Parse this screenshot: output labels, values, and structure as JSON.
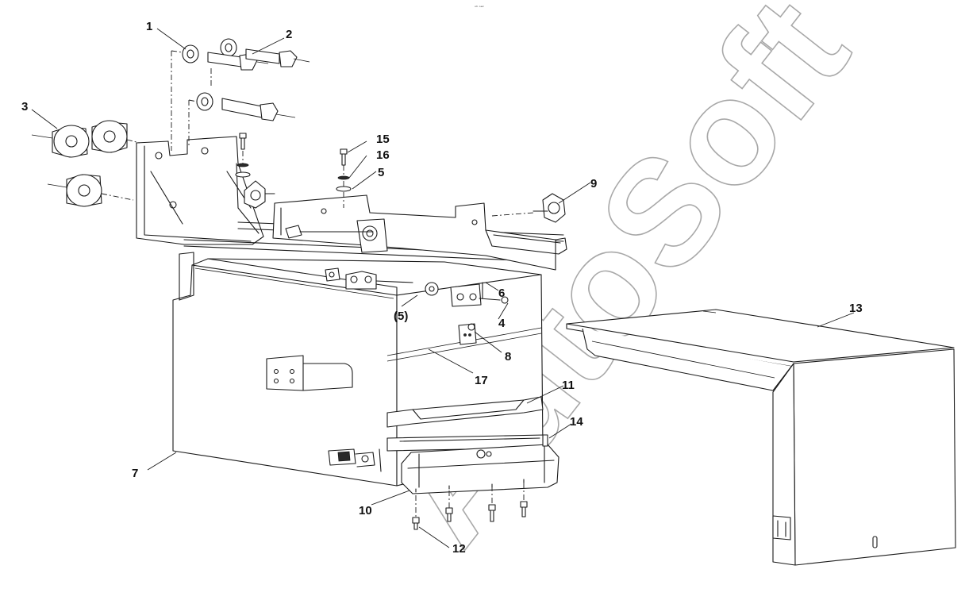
{
  "diagram": {
    "header_mark": "ᵒʰ ᵒᵉᶻ",
    "watermark": "AutoSoft",
    "callouts": [
      {
        "id": "c1",
        "text": "1"
      },
      {
        "id": "c2",
        "text": "2"
      },
      {
        "id": "c3",
        "text": "3"
      },
      {
        "id": "c4",
        "text": "4"
      },
      {
        "id": "c5",
        "text": "5"
      },
      {
        "id": "c5b",
        "text": "(5)"
      },
      {
        "id": "c6",
        "text": "6"
      },
      {
        "id": "c7",
        "text": "7"
      },
      {
        "id": "c8",
        "text": "8"
      },
      {
        "id": "c9",
        "text": "9"
      },
      {
        "id": "c10",
        "text": "10"
      },
      {
        "id": "c11",
        "text": "11"
      },
      {
        "id": "c12",
        "text": "12"
      },
      {
        "id": "c13",
        "text": "13"
      },
      {
        "id": "c14",
        "text": "14"
      },
      {
        "id": "c15",
        "text": "15"
      },
      {
        "id": "c16",
        "text": "16"
      },
      {
        "id": "c17",
        "text": "17"
      }
    ]
  }
}
